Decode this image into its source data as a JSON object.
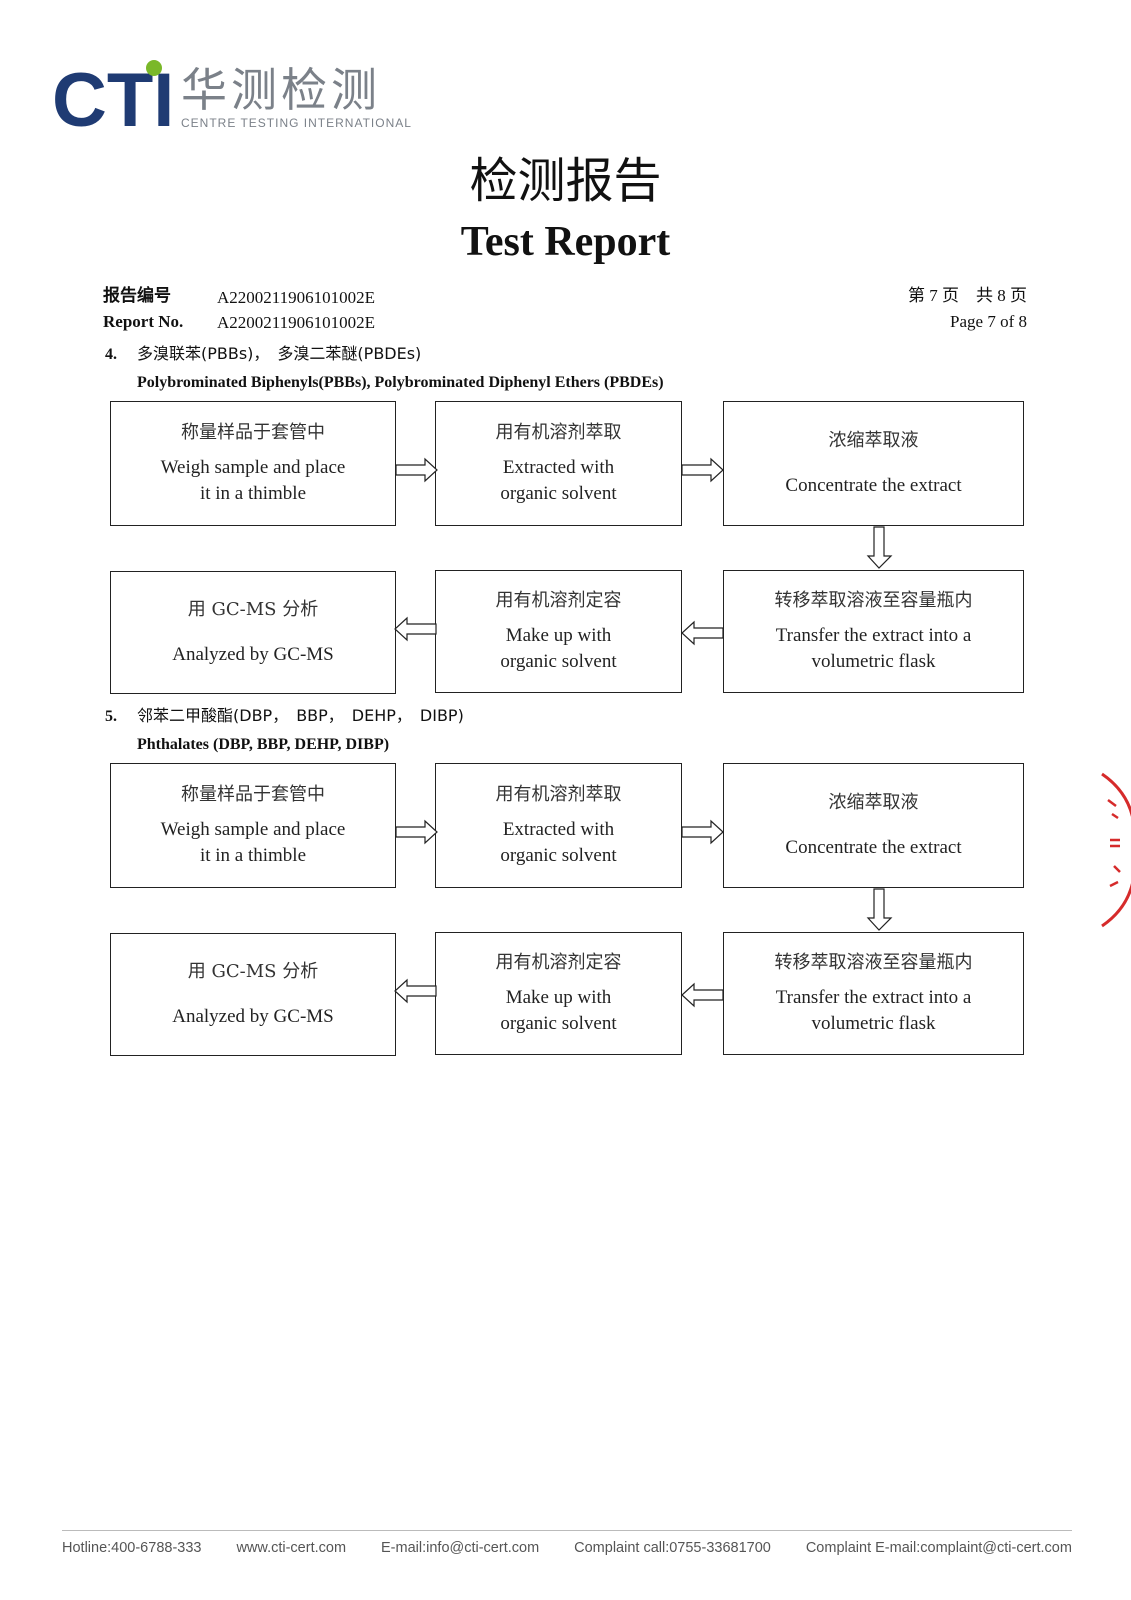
{
  "header": {
    "logo_mark": "CTI",
    "logo_cn": "华测检测",
    "logo_en": "CENTRE TESTING INTERNATIONAL",
    "brand_color": "#1f3b73",
    "accent_color": "#7ab829"
  },
  "title": {
    "cn": "检测报告",
    "en": "Test Report"
  },
  "report": {
    "no_label_cn": "报告编号",
    "no_label_en": "Report No.",
    "no_value": "A2200211906101002E",
    "page_cn": "第 7 页　共 8 页",
    "page_en": "Page 7 of 8"
  },
  "sections": [
    {
      "num": "4.",
      "title_cn": "多溴联苯(PBBs)，　多溴二苯醚(PBDEs)",
      "title_en": "Polybrominated Biphenyls(PBBs), Polybrominated Diphenyl Ethers (PBDEs)",
      "steps": [
        {
          "cn": "称量样品于套管中",
          "en1": "Weigh sample and place",
          "en2": "it in a thimble"
        },
        {
          "cn": "用有机溶剂萃取",
          "en1": "Extracted with",
          "en2": "organic solvent"
        },
        {
          "cn": "浓缩萃取液",
          "en1": "Concentrate the extract",
          "en2": ""
        },
        {
          "cn": "转移萃取溶液至容量瓶内",
          "en1": "Transfer the extract into a",
          "en2": "volumetric flask"
        },
        {
          "cn": "用有机溶剂定容",
          "en1": "Make up with",
          "en2": "organic solvent"
        },
        {
          "cn": "用 GC-MS 分析",
          "en1": "Analyzed by GC-MS",
          "en2": ""
        }
      ]
    },
    {
      "num": "5.",
      "title_cn": "邻苯二甲酸酯(DBP，　BBP，　DEHP，　DIBP)",
      "title_en": "Phthalates (DBP, BBP, DEHP, DIBP)",
      "steps": [
        {
          "cn": "称量样品于套管中",
          "en1": "Weigh sample and place",
          "en2": "it in a thimble"
        },
        {
          "cn": "用有机溶剂萃取",
          "en1": "Extracted with",
          "en2": "organic solvent"
        },
        {
          "cn": "浓缩萃取液",
          "en1": "Concentrate the extract",
          "en2": ""
        },
        {
          "cn": "转移萃取溶液至容量瓶内",
          "en1": "Transfer the extract into a",
          "en2": "volumetric flask"
        },
        {
          "cn": "用有机溶剂定容",
          "en1": "Make up with",
          "en2": "organic solvent"
        },
        {
          "cn": "用 GC-MS 分析",
          "en1": "Analyzed by GC-MS",
          "en2": ""
        }
      ]
    }
  ],
  "footer": {
    "hotline": "Hotline:400-6788-333",
    "website": "www.cti-cert.com",
    "email": "E-mail:info@cti-cert.com",
    "complaint_call": "Complaint call:0755-33681700",
    "complaint_email": "Complaint E-mail:complaint@cti-cert.com"
  },
  "stamp_color": "#d62b2b"
}
